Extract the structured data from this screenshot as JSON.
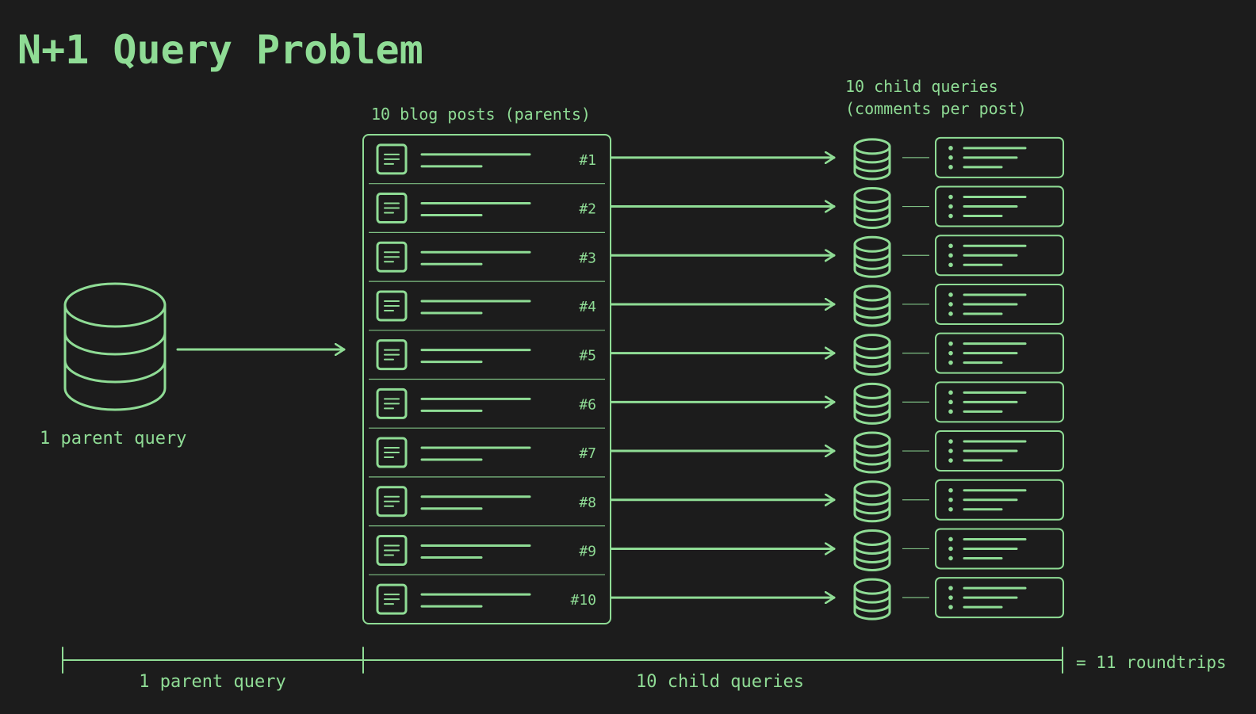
{
  "title": "N+1 Query Problem",
  "parent": {
    "label": "1 parent query",
    "icon": "database-icon"
  },
  "posts": {
    "label": "10 blog posts (parents)",
    "items": [
      "#1",
      "#2",
      "#3",
      "#4",
      "#5",
      "#6",
      "#7",
      "#8",
      "#9",
      "#10"
    ],
    "icon": "document-icon"
  },
  "children": {
    "label_line1": "10 child queries",
    "label_line2": "(comments per post)",
    "icon": "database-icon",
    "card_icon": "comment-list-icon"
  },
  "timeline": {
    "parent_label": "1 parent query",
    "children_label": "10 child queries",
    "total_label": "= 11 roundtrips"
  },
  "colors": {
    "background": "#1c1c1c",
    "accent": "#8fdc95"
  }
}
